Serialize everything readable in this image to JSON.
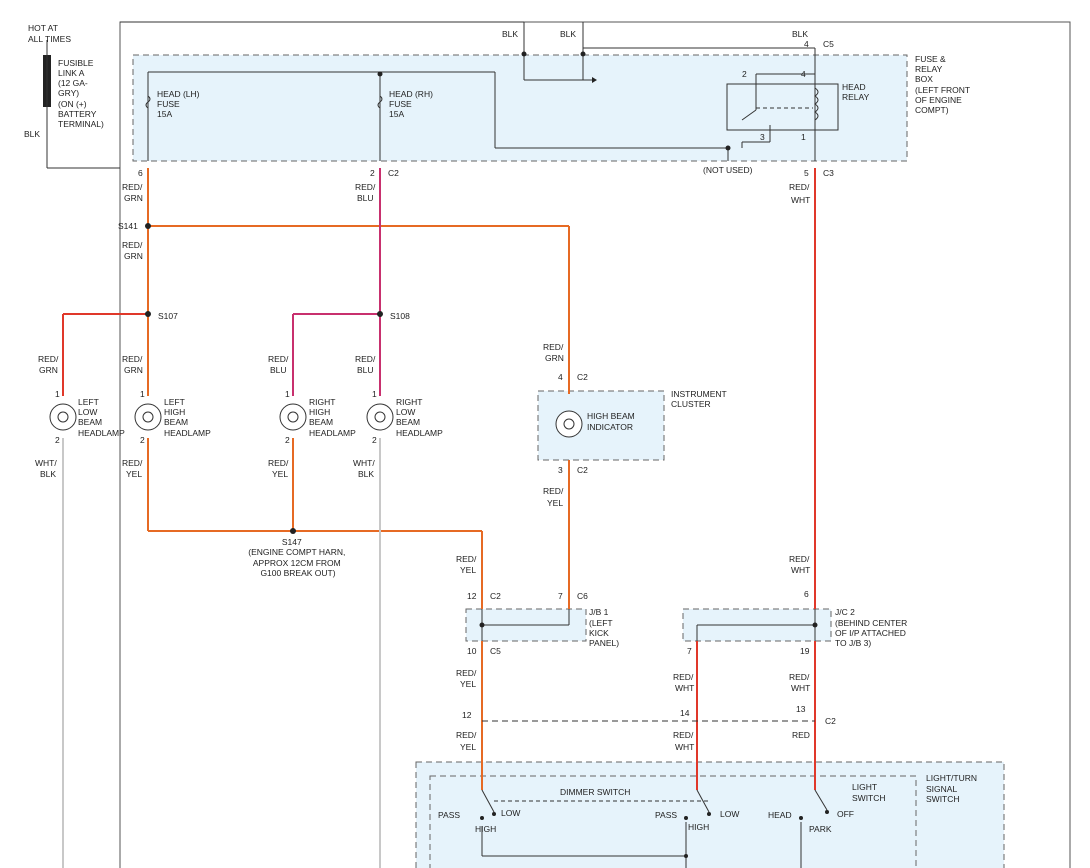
{
  "labels": {
    "hot_at_all_times": [
      "HOT AT",
      "ALL TIMES"
    ],
    "fusible_link": [
      "FUSIBLE",
      "LINK A",
      "(12 GA-",
      "GRY)",
      "(ON (+)",
      "BATTERY",
      "TERMINAL)"
    ],
    "blk_left": "BLK",
    "blk_top1": "BLK",
    "blk_top2": "BLK",
    "blk_top3": "BLK",
    "fuse_relay_box": [
      "FUSE &",
      "RELAY",
      "BOX",
      "(LEFT FRONT",
      "OF ENGINE",
      "COMPT)"
    ],
    "head_lh_fuse": [
      "HEAD (LH)",
      "FUSE",
      "15A"
    ],
    "head_rh_fuse": [
      "HEAD (RH)",
      "FUSE",
      "15A"
    ],
    "head_relay": [
      "HEAD",
      "RELAY"
    ],
    "not_used": "(NOT USED)",
    "instrument_cluster": [
      "INSTRUMENT",
      "CLUSTER"
    ],
    "high_beam_indicator": [
      "HIGH BEAM",
      "INDICATOR"
    ],
    "jb1": [
      "J/B 1",
      "(LEFT",
      "KICK",
      "PANEL)"
    ],
    "jc2": [
      "J/C 2",
      "(BEHIND CENTER",
      "OF I/P ATTACHED",
      "TO J/B 3)"
    ],
    "light_turn_switch": [
      "LIGHT/TURN",
      "SIGNAL",
      "SWITCH"
    ],
    "dimmer_switch": "DIMMER SWITCH",
    "light_switch": [
      "LIGHT",
      "SWITCH"
    ],
    "s141": "S141",
    "s107": "S107",
    "s108": "S108",
    "s147": [
      "S147",
      "(ENGINE COMPT HARN,",
      "APPROX 12CM FROM",
      "G100 BREAK OUT)"
    ],
    "left_low": [
      "LEFT",
      "LOW",
      "BEAM",
      "HEADLAMP"
    ],
    "left_high": [
      "LEFT",
      "HIGH",
      "BEAM",
      "HEADLAMP"
    ],
    "right_high": [
      "RIGHT",
      "HIGH",
      "BEAM",
      "HEADLAMP"
    ],
    "right_low": [
      "RIGHT",
      "LOW",
      "BEAM",
      "HEADLAMP"
    ],
    "pass1": "PASS",
    "low1": "LOW",
    "high1": "HIGH",
    "pass2": "PASS",
    "low2": "LOW",
    "high2": "HIGH",
    "head": "HEAD",
    "off": "OFF",
    "park": "PARK"
  },
  "wire_colors": {
    "red_grn_1": [
      "RED/",
      "GRN"
    ],
    "red_blu_1": [
      "RED/",
      "BLU"
    ],
    "red_wht_1": [
      "RED/",
      "WHT"
    ],
    "red_grn_2": [
      "RED/",
      "GRN"
    ],
    "red_grn_3": [
      "RED/",
      "GRN"
    ],
    "red_grn_4": [
      "RED/",
      "GRN"
    ],
    "red_blu_2": [
      "RED/",
      "BLU"
    ],
    "red_blu_3": [
      "RED/",
      "BLU"
    ],
    "red_grn_5": [
      "RED/",
      "GRN"
    ],
    "wht_blk_1": [
      "WHT/",
      "BLK"
    ],
    "red_yel_1": [
      "RED/",
      "YEL"
    ],
    "red_yel_2": [
      "RED/",
      "YEL"
    ],
    "wht_blk_2": [
      "WHT/",
      "BLK"
    ],
    "red_yel_3": [
      "RED/",
      "YEL"
    ],
    "red_wht_2": [
      "RED/",
      "WHT"
    ],
    "red_yel_4": [
      "RED/",
      "YEL"
    ],
    "red_yel_5": [
      "RED/",
      "YEL"
    ],
    "red_wht_3": [
      "RED/",
      "WHT"
    ],
    "red_wht_4": [
      "RED/",
      "WHT"
    ],
    "red_yel_6": [
      "RED/",
      "YEL"
    ],
    "red_wht_5": [
      "RED/",
      "WHT"
    ],
    "red_1": "RED"
  },
  "pins": {
    "c5_4": "4",
    "c5_conn": "C5",
    "relay_2": "2",
    "relay_4": "4",
    "relay_3": "3",
    "relay_1": "1",
    "lh_6": "6",
    "rh_2": "2",
    "c2_top": "C2",
    "c3_5": "5",
    "c3_conn": "C3",
    "ll_1": "1",
    "ll_2": "2",
    "lh_1": "1",
    "lh_2": "2",
    "rh_1": "1",
    "rh_2b": "2",
    "rl_1": "1",
    "rl_2": "2",
    "ic_4": "4",
    "ic_c2a": "C2",
    "ic_3": "3",
    "ic_c2b": "C2",
    "jb_12": "12",
    "jb_c2": "C2",
    "jb_7": "7",
    "jb_c6": "C6",
    "jb_10": "10",
    "jb_c5": "C5",
    "jc_6": "6",
    "jc_7": "7",
    "jc_19": "19",
    "ls_12": "12",
    "ls_14": "14",
    "ls_13": "13",
    "ls_c2": "C2"
  },
  "colors": {
    "wire_red": "#e0382a",
    "wire_orange": "#e66a24",
    "wire_magenta": "#c8306e",
    "wire_gray": "#c8c8c8",
    "box_fill": "#e6f3fb"
  }
}
